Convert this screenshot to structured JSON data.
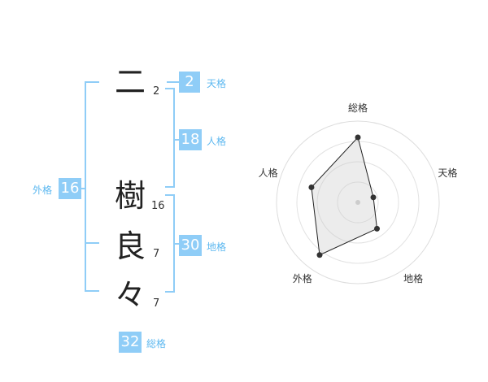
{
  "name": {
    "chars": [
      {
        "char": "二",
        "strokes": "2"
      },
      {
        "char": "樹",
        "strokes": "16"
      },
      {
        "char": "良",
        "strokes": "7"
      },
      {
        "char": "々",
        "strokes": "7"
      }
    ]
  },
  "grid": {
    "tenkaku": {
      "value": "2",
      "label": "天格"
    },
    "jinkaku": {
      "value": "18",
      "label": "人格"
    },
    "chikaku": {
      "value": "30",
      "label": "地格"
    },
    "gaikaku": {
      "value": "16",
      "label": "外格"
    },
    "soukaku": {
      "value": "32",
      "label": "総格"
    }
  },
  "colors": {
    "accent": "#8fcdf7",
    "accent_text": "#5db8f0",
    "ink": "#222222"
  },
  "chart_data": {
    "type": "radar",
    "axes": [
      "総格",
      "天格",
      "地格",
      "外格",
      "人格"
    ],
    "values": [
      4,
      1,
      2,
      4,
      3
    ],
    "range": [
      0,
      5
    ],
    "rings": 4
  }
}
